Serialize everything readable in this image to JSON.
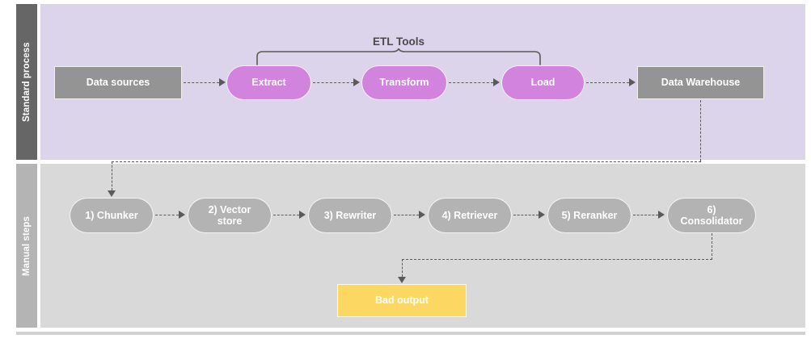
{
  "diagram": {
    "lanes": [
      {
        "label": "Standard process",
        "id": "standard-process"
      },
      {
        "label": "Manual steps",
        "id": "manual-steps"
      }
    ],
    "annotations": [
      {
        "id": "etl-tools-brace",
        "label": "ETL Tools"
      }
    ],
    "standard_process": {
      "nodes": [
        {
          "id": "data-sources",
          "label": "Data sources",
          "shape": "rect",
          "color": "#949494"
        },
        {
          "id": "extract",
          "label": "Extract",
          "shape": "pill",
          "color": "#d183dd"
        },
        {
          "id": "transform",
          "label": "Transform",
          "shape": "pill",
          "color": "#d183dd"
        },
        {
          "id": "load",
          "label": "Load",
          "shape": "pill",
          "color": "#d183dd"
        },
        {
          "id": "data-warehouse",
          "label": "Data Warehouse",
          "shape": "rect",
          "color": "#949494"
        }
      ]
    },
    "manual_steps": {
      "nodes": [
        {
          "id": "chunker",
          "label": "1) Chunker",
          "shape": "pill",
          "color": "#b3b3b3"
        },
        {
          "id": "vector-store",
          "label": "2) Vector store",
          "shape": "pill",
          "color": "#b3b3b3"
        },
        {
          "id": "rewriter",
          "label": "3) Rewriter",
          "shape": "pill",
          "color": "#b3b3b3"
        },
        {
          "id": "retriever",
          "label": "4) Retriever",
          "shape": "pill",
          "color": "#b3b3b3"
        },
        {
          "id": "reranker",
          "label": "5) Reranker",
          "shape": "pill",
          "color": "#b3b3b3"
        },
        {
          "id": "consolidator",
          "label": "6) Consolidator",
          "shape": "pill",
          "color": "#b3b3b3"
        }
      ],
      "output": {
        "id": "bad-output",
        "label": "Bad output",
        "shape": "rect",
        "color": "#fcd862"
      }
    },
    "colors": {
      "lane_top_bg": "#dcd4ea",
      "lane_top_header": "#666666",
      "lane_bottom_bg": "#d9d9d9",
      "lane_bottom_header": "#b4b4b4",
      "connector": "#5a5a5a",
      "canvas": "#ffffff"
    }
  }
}
